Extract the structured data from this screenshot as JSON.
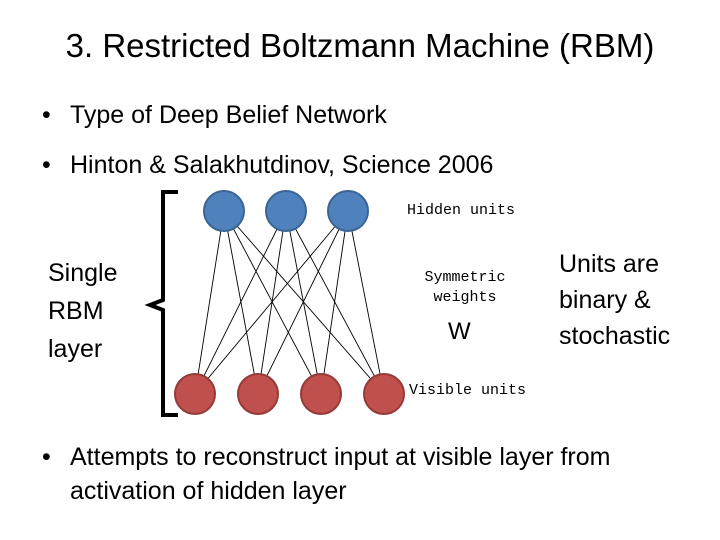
{
  "title": "3. Restricted Boltzmann Machine (RBM)",
  "bullets": [
    "Type of Deep Belief Network",
    "Hinton  & Salakhutdinov, Science 2006"
  ],
  "diagram": {
    "hidden_label": "Hidden units",
    "visible_label": "Visible units",
    "weights_label_line1": "Symmetric",
    "weights_label_line2": "weights",
    "weights_symbol": "W",
    "layer_label_lines": [
      "Single",
      "RBM",
      "layer"
    ],
    "units_note_lines": [
      "Units are",
      "binary &",
      "stochastic"
    ],
    "hidden_units_count": 3,
    "visible_units_count": 4,
    "colors": {
      "hidden": "#4f81bd",
      "hidden_stroke": "#3a6595",
      "visible": "#c0504d",
      "visible_stroke": "#943b39",
      "edge": "#000000"
    }
  },
  "bottom_bullet": "Attempts to reconstruct input at visible layer from activation of hidden layer"
}
